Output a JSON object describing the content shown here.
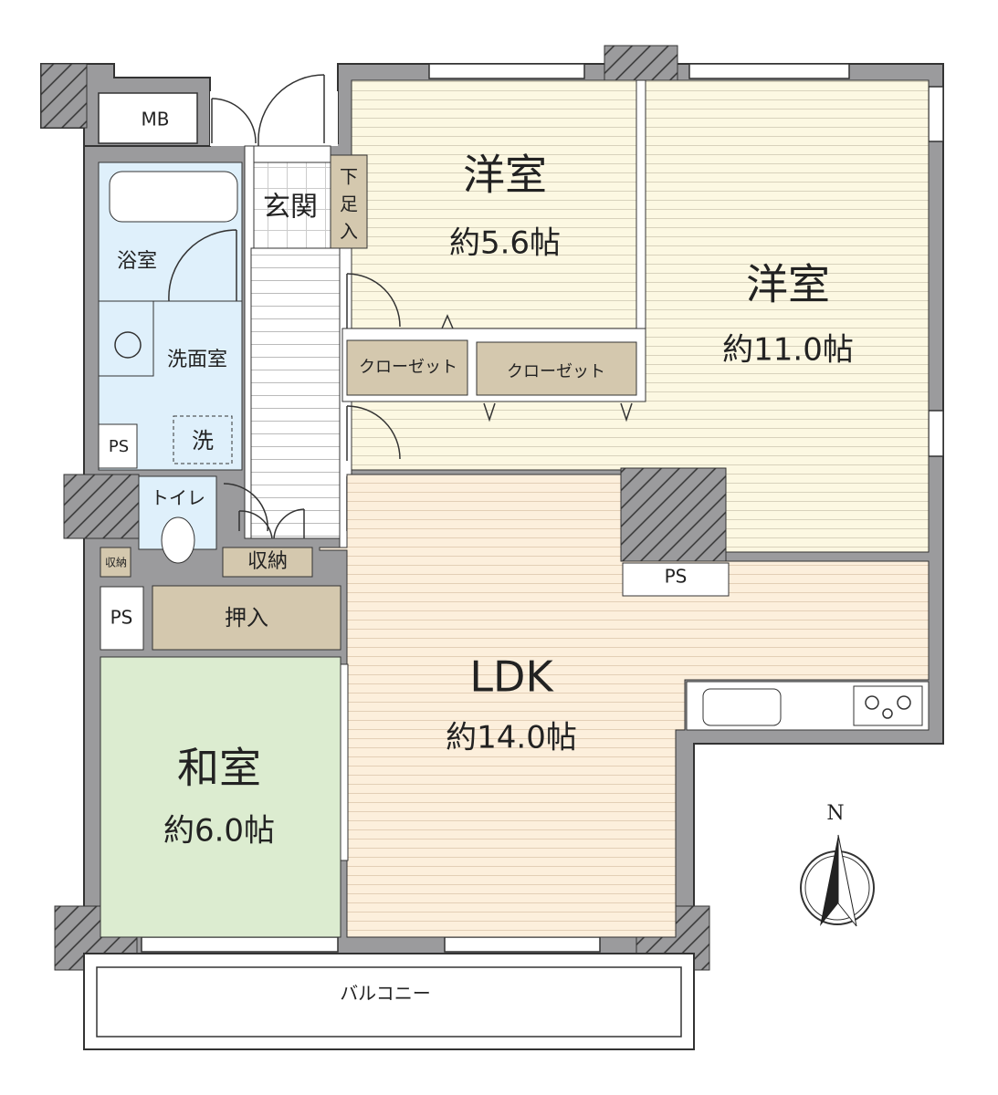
{
  "colors": {
    "wall": "#9b9b9d",
    "western_room": "#fcf8e2",
    "ldk": "#fcefdc",
    "japanese_room": "#dcecd0",
    "wet_area": "#dff0fb",
    "storage": "#d4c8ae"
  },
  "rooms": {
    "western_small": {
      "name": "洋室",
      "size": "約5.6帖"
    },
    "western_large": {
      "name": "洋室",
      "size": "約11.0帖"
    },
    "ldk": {
      "name": "LDK",
      "size": "約14.0帖"
    },
    "japanese": {
      "name": "和室",
      "size": "約6.0帖"
    },
    "entrance": "玄関",
    "shoe_storage": [
      "下",
      "足",
      "入"
    ],
    "bath": "浴室",
    "washroom": "洗面室",
    "washer": "洗",
    "toilet": "トイレ",
    "storage_small": "収納",
    "storage": "収納",
    "oshiire": "押入",
    "closet_1": "クローゼット",
    "closet_2": "クローゼット",
    "mb": "MB",
    "ps_1": "PS",
    "ps_2": "PS",
    "ps_3": "PS",
    "balcony": "バルコニー"
  },
  "compass": {
    "label": "N",
    "icon": "north-arrow-icon"
  }
}
